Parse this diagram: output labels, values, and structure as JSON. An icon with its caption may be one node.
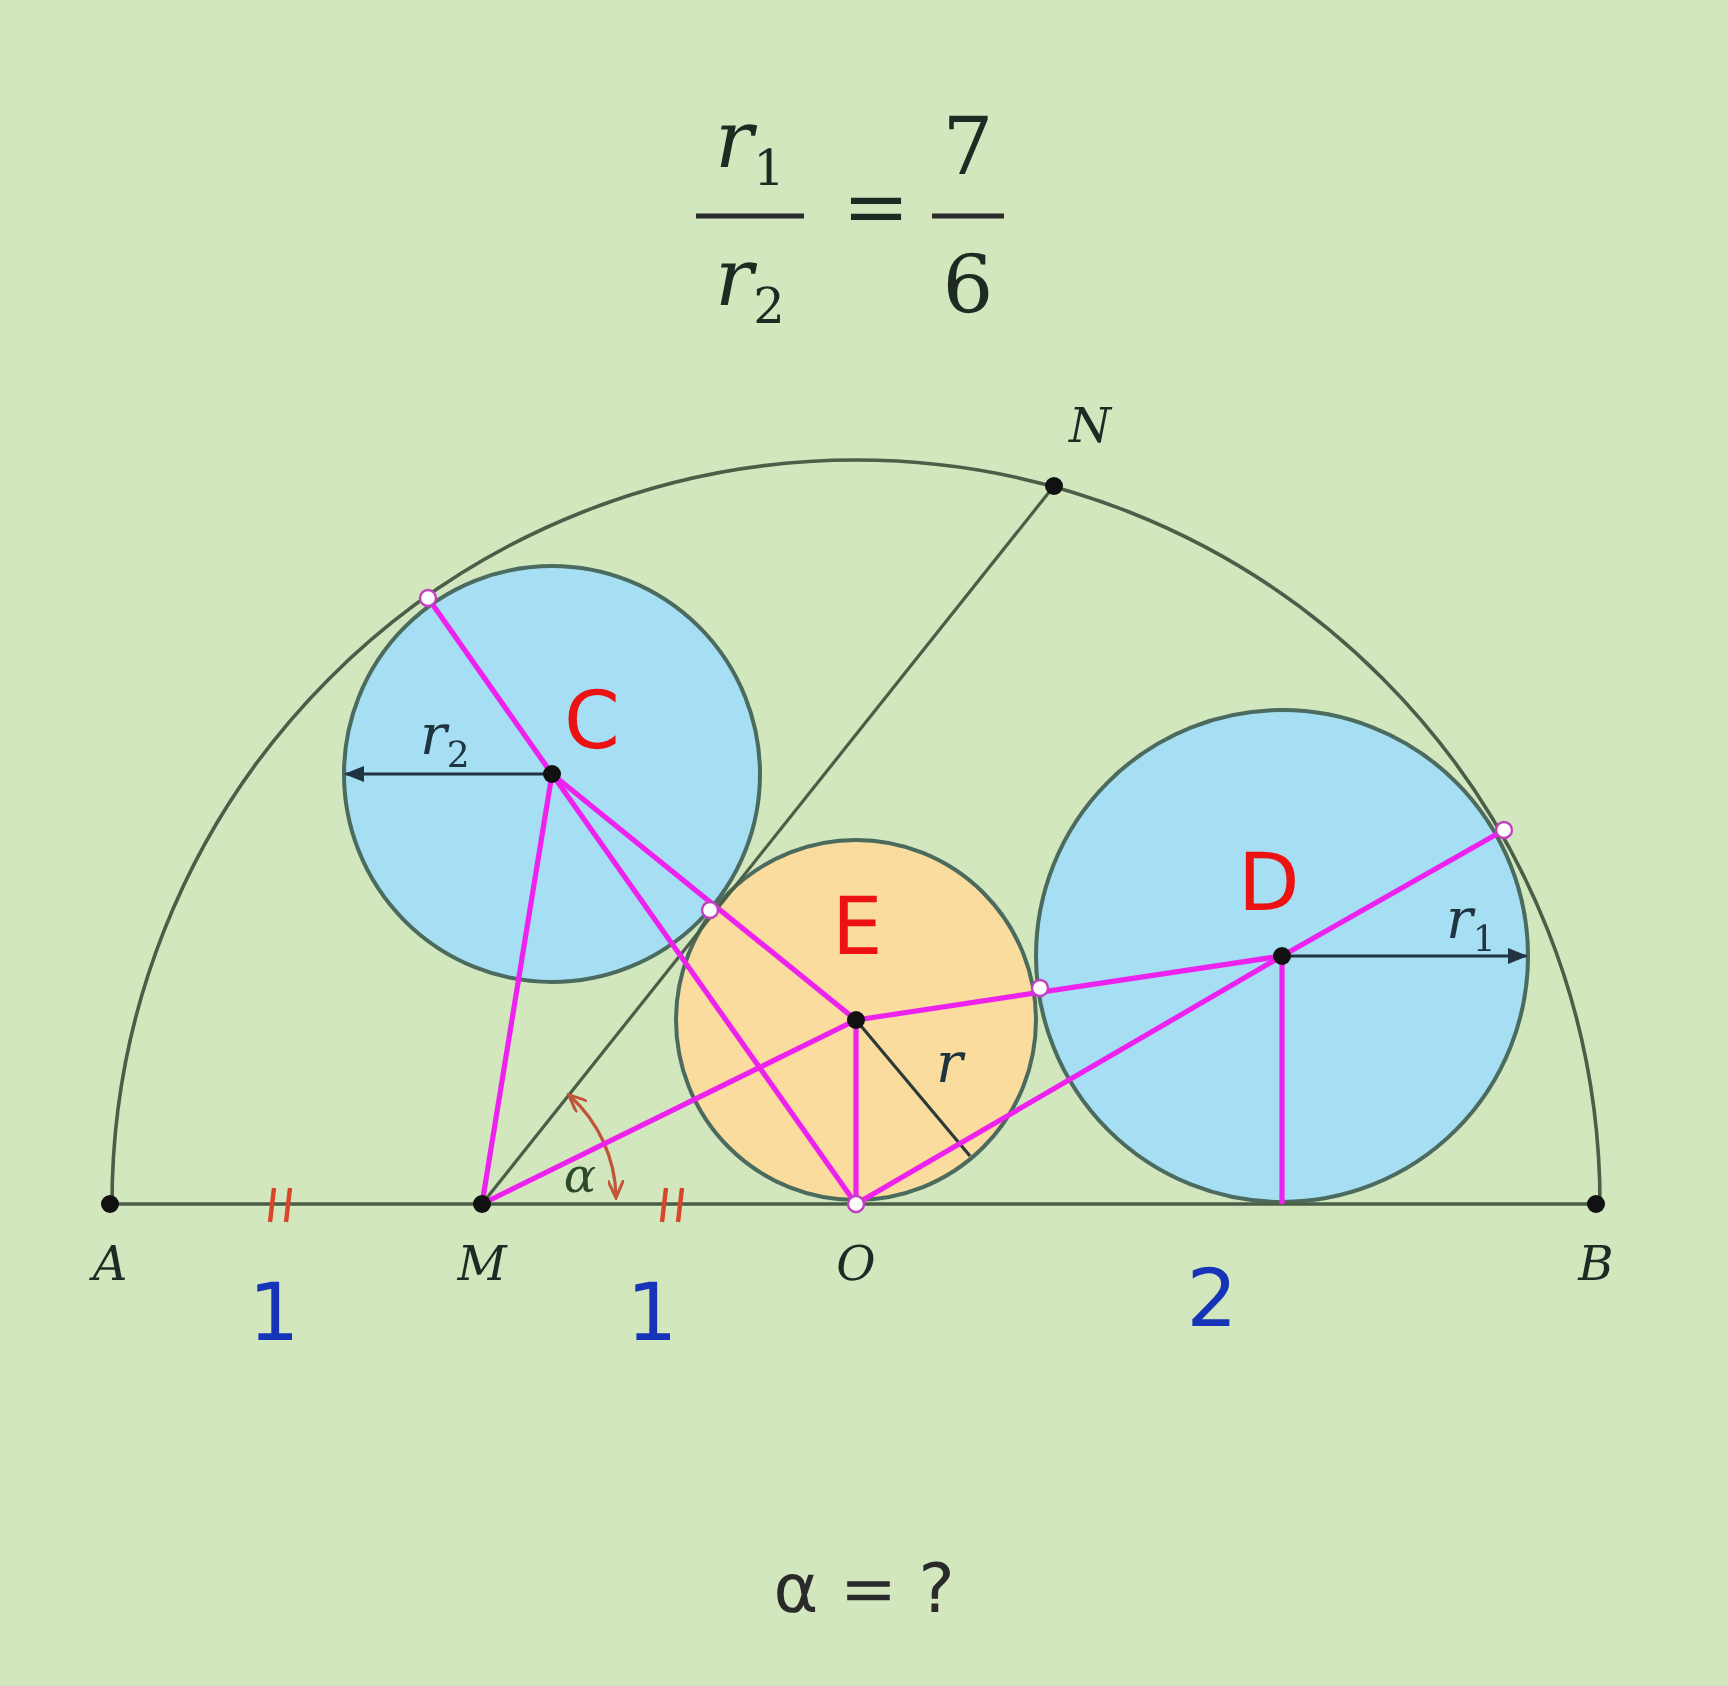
{
  "diagram": {
    "nodes": [
      {
        "text": [
          "r$_{2}$",
          "C"
        ]
      },
      {
        "text": [
          "E",
          "r"
        ]
      },
      {
        "text": [
          "D",
          "r$_{1}$"
        ]
      }
    ],
    "labels": [
      "r$_{1}$",
      "r$_{2}$",
      "=",
      "7",
      "6",
      "N",
      "α",
      "A",
      "M",
      "O",
      "B",
      "1",
      "1",
      "2"
    ],
    "caption": "α = ?"
  }
}
